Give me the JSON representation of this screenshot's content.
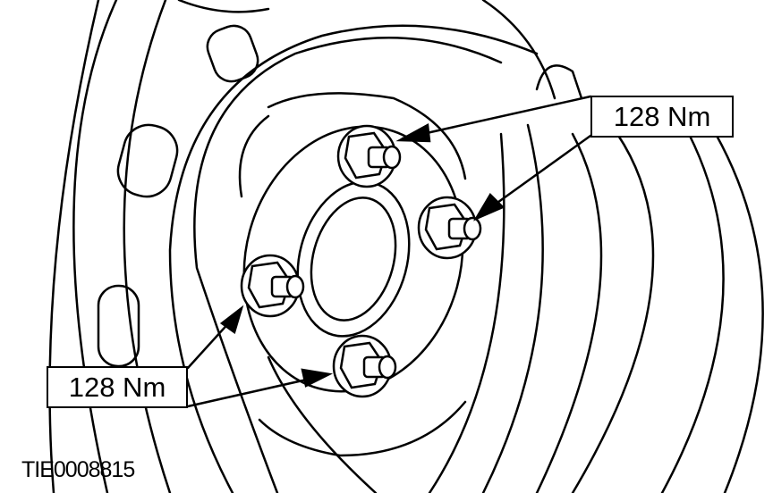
{
  "callouts": {
    "top_right": "128 Nm",
    "bottom_left": "128 Nm"
  },
  "figure_ref": "TIE0008815",
  "line_color": "#000000",
  "background_color": "#ffffff"
}
